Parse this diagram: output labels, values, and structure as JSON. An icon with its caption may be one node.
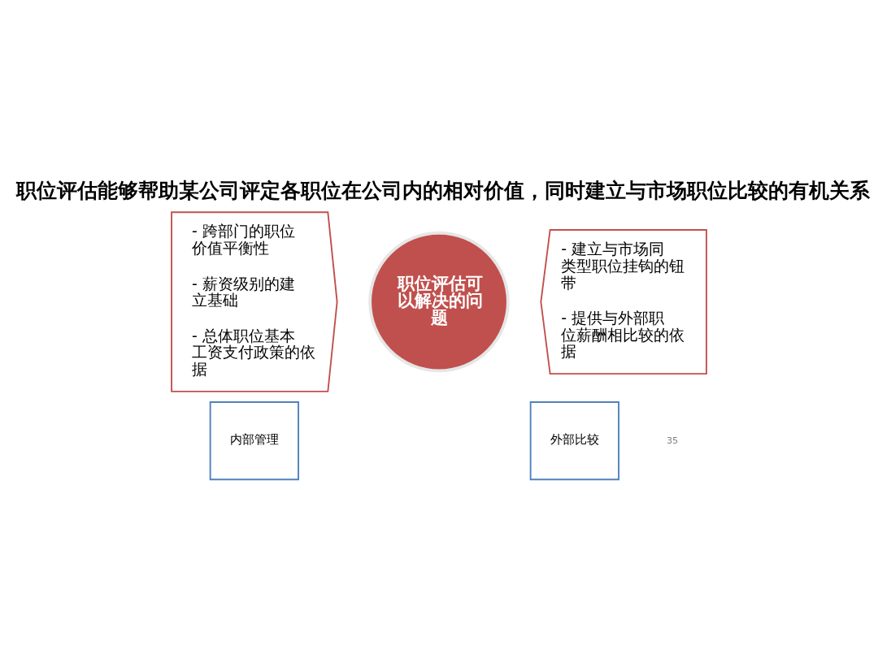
{
  "diagram": {
    "title": "职位评估能够帮助某公司评定各职位在公司内的相对价值，同时建立与市场职位比较的有机关系",
    "nodes": [
      {
        "text": [
          "- 跨部门的职位价值平衡性",
          "- 薪资级别的建立基础",
          "- 总体职位基本工资支付政策的依据"
        ]
      },
      {
        "text": [
          "内部管理"
        ]
      },
      {
        "text": [
          "职位评估可以解决的问题"
        ]
      },
      {
        "text": [
          "- 建立与市场同类型职位挂钩的钮带",
          "- 提供与外部职位薪酬相比较的依据"
        ]
      },
      {
        "text": [
          "外部比较"
        ]
      }
    ],
    "labels": [
      "35"
    ]
  }
}
